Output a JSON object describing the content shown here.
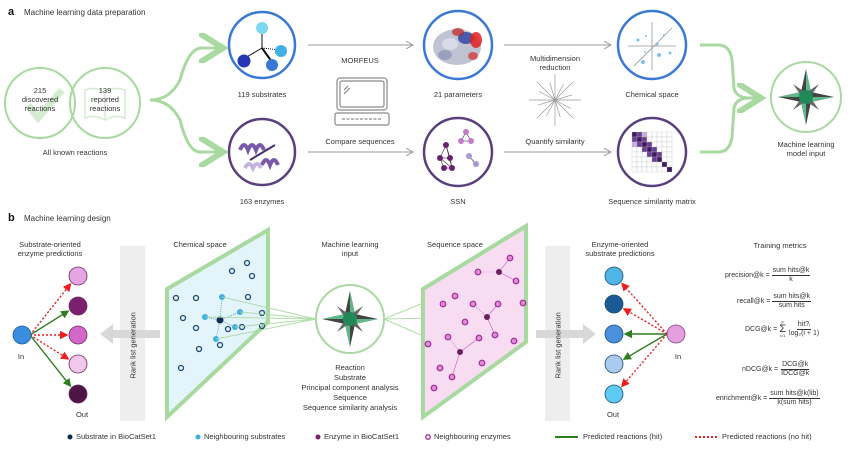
{
  "panel_a": {
    "letter": "a",
    "title": "Machine learning data preparation",
    "known": {
      "discovered_count": "215",
      "discovered_label_1": "discovered",
      "discovered_label_2": "reactions",
      "reported_count": "139",
      "reported_label_1": "reported",
      "reported_label_2": "reactions",
      "caption": "All known reactions"
    },
    "substrates_label": "119 substrates",
    "enzymes_label": "163 enzymes",
    "morfeus_label": "MORFEUS",
    "compare_label": "Compare sequences",
    "parameters_label": "21 parameters",
    "ssn_label": "SSN",
    "multidim_label_1": "Multidimension",
    "multidim_label_2": "reduction",
    "quantify_label": "Quantify similarity",
    "chemical_space_label": "Chemical space",
    "ssm_label": "Sequence similarity matrix",
    "ml_input_label_1": "Machine learning",
    "ml_input_label_2": "model input"
  },
  "panel_b": {
    "letter": "b",
    "title": "Machine learning design",
    "substrate_oriented_1": "Substrate-oriented",
    "substrate_oriented_2": "enzyme predictions",
    "enzyme_oriented_1": "Enzyme-oriented",
    "enzyme_oriented_2": "substrate predictions",
    "in_label": "In",
    "out_label": "Out",
    "rank_label": "Rank list generation",
    "chemical_space": "Chemical space",
    "sequence_space": "Sequence space",
    "ml_input_1": "Machine learning",
    "ml_input_2": "input",
    "inputs": [
      "Reaction",
      "Substrate",
      "Principal component analysis",
      "Sequence",
      "Sequence similarity analysis"
    ],
    "training_title": "Training metrics",
    "metrics": [
      {
        "name": "precision@k =",
        "num": "sum hits@k",
        "den": "k"
      },
      {
        "name": "recall@k =",
        "num": "sum hits@k",
        "den": "sum hits"
      },
      {
        "name": "DCG@k =",
        "sum": "Σ",
        "sum_top": "p",
        "sum_bottom": "i=1",
        "num": "hit?ᵢ",
        "den": "log₂(i + 1)"
      },
      {
        "name": "nDCG@k =",
        "num": "DCG@k",
        "den": "IDCG@k"
      },
      {
        "name": "enrichment@k =",
        "num": "sum hits@k(lib)",
        "den": "k(sum hits)"
      }
    ]
  },
  "legend": [
    {
      "label": "Substrate in BioCatSet1",
      "color": "#0d2b55",
      "kind": "dot"
    },
    {
      "label": "Neighbouring substrates",
      "color": "#3fb0e6",
      "kind": "dot"
    },
    {
      "label": "Enzyme in BioCatSet1",
      "color": "#7b1f6e",
      "kind": "dot"
    },
    {
      "label": "Neighbouring enzymes",
      "color": "#b43aa8",
      "kind": "ring"
    },
    {
      "label": "Predicted reactions (hit)",
      "color": "#2e7d1f",
      "kind": "line"
    },
    {
      "label": "Predicted reactions (no hit)",
      "color": "#ee1c1c",
      "kind": "dotted"
    }
  ],
  "colors": {
    "green": "#a8d9a0",
    "blue_ring": "#3a78d6",
    "purple_ring": "#5a3f7e",
    "chem_fill": "#e4f4fb",
    "seq_fill": "#f7dcf2",
    "arrow_grey": "#9a9a9a"
  }
}
